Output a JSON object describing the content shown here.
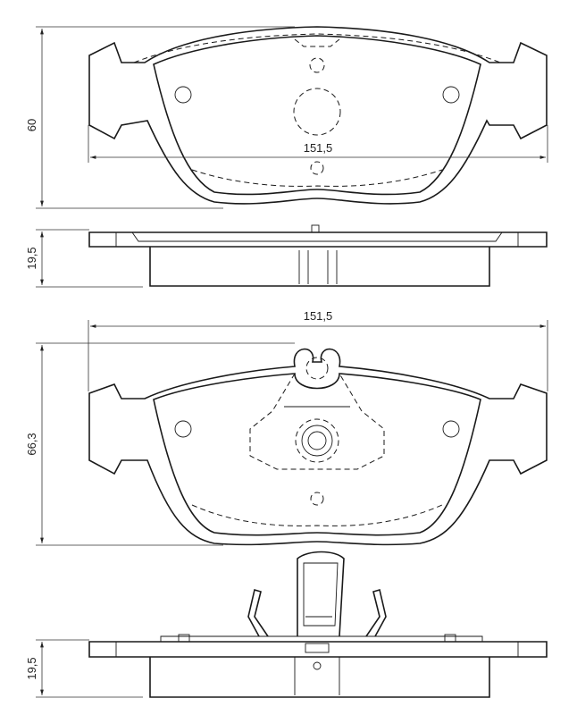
{
  "drawing": {
    "view1": {
      "height_label": "60",
      "width_label": "151,5"
    },
    "view2": {
      "thickness_label": "19,5"
    },
    "view3": {
      "width_label": "151,5",
      "height_label": "66,3"
    },
    "view4": {
      "thickness_label": "19,5"
    }
  }
}
